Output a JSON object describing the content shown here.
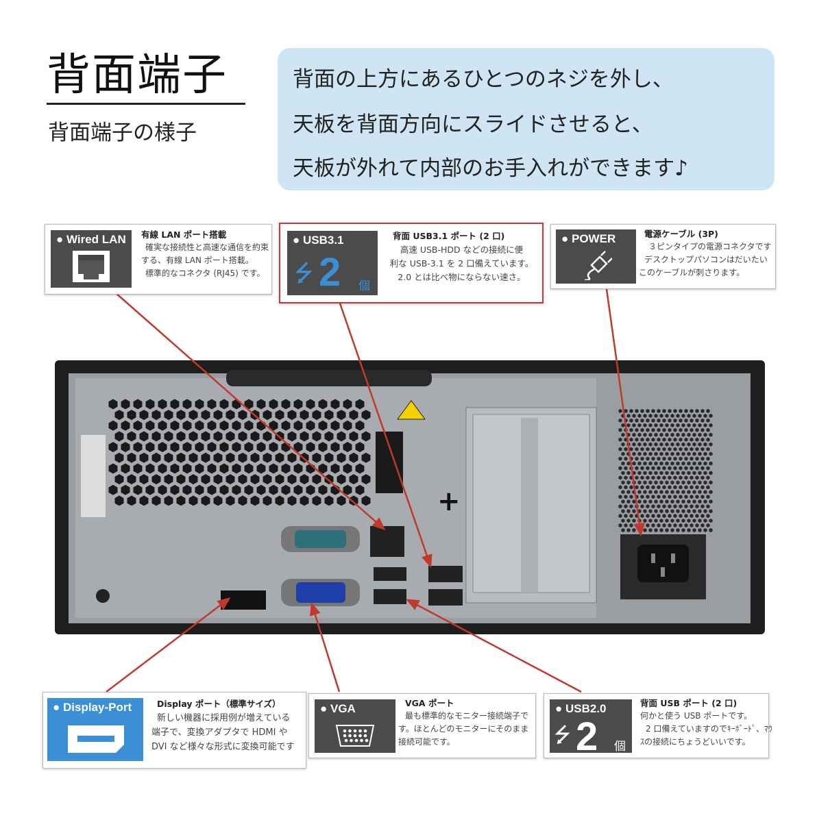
{
  "header": {
    "title": "背面端子",
    "subtitle": "背面端子の様子"
  },
  "intro": {
    "lines": [
      "背面の上方にあるひとつのネジを外し、",
      "天板を背面方向にスライドさせると、",
      "天板が外れて内部のお手入れができます♪"
    ]
  },
  "cards": {
    "lan": {
      "badge": "● Wired LAN",
      "title": "有線 LAN ポート搭載",
      "lines": [
        "確実な接続性と高速な通信を約束",
        "する、有線 LAN ポート搭載。",
        "標準的なコネクタ (RJ45) です。"
      ],
      "icon": "ethernet-port-icon"
    },
    "usb31": {
      "badge": "● USB3.1",
      "count": "2",
      "unit": "個",
      "title": "背面 USB3.1 ポート (2 口)",
      "lines": [
        "高速 USB-HDD などの接続に便",
        "利な USB-3.1 を 2 口備えています。",
        "2.0 とは比べ物にならない速さ。"
      ],
      "icon": "usb-icon",
      "accent": "#3a8fd6"
    },
    "power": {
      "badge": "● POWER",
      "title": "電源ケーブル (3P)",
      "lines": [
        "３ピンタイプの電源コネクタです",
        "デスクトップパソコンはだいたい",
        "このケーブルが刺さります。"
      ],
      "icon": "power-plug-icon"
    },
    "dp": {
      "badge": "● Display-Port",
      "title": "Display ポート（標準サイズ）",
      "lines": [
        "新しい機器に採用例が増えている",
        "端子で、変換アダプタで HDMI や",
        "DVI など様々な形式に変換可能です"
      ],
      "icon": "displayport-icon",
      "accent": "#3a8fd6"
    },
    "vga": {
      "badge": "● VGA",
      "title": "VGA ポート",
      "lines": [
        "最も標準的なモニター接続端子で",
        "す。ほとんどのモニターにそのまま",
        "接続可能です。"
      ],
      "icon": "vga-port-icon"
    },
    "usb20": {
      "badge": "● USB2.0",
      "count": "2",
      "unit": "個",
      "title": "背面 USB ポート (2 口)",
      "lines": [
        "何かと使う USB ポートです。",
        "2 口備えていますのでｷｰﾎﾞｰﾄﾞ、ﾏｳ",
        "ｽの接続にちょうどいいです。"
      ],
      "icon": "usb-icon"
    }
  },
  "colors": {
    "arrow": "#c0392b",
    "badge": "#4b4b4b",
    "accent": "#3a8fd6",
    "intro_bg": "#cfe5f4"
  }
}
